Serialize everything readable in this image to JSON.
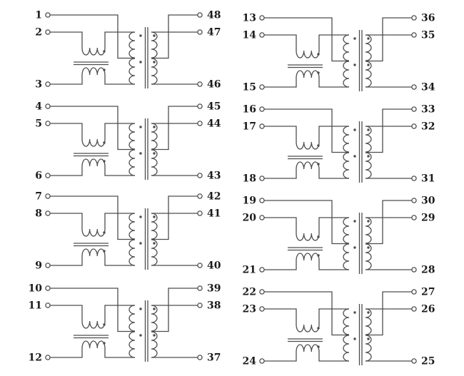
{
  "diagram": {
    "type": "schematic",
    "description": "Eight identical isolation-transformer modules with common-mode chokes, center taps and polarity dots, arranged in two columns of four",
    "colors": {
      "line": "#4d4d4d",
      "label": "#1b1b1b",
      "background": "#ffffff"
    },
    "symbols": {
      "pin_terminal": "open-circle",
      "polarity_dot": "filled-dot",
      "choke_core": "double-horizontal-lines",
      "transformer_core": "double-vertical-lines"
    },
    "units": [
      {
        "left_pins": [
          "1",
          "2",
          "3"
        ],
        "right_pins": [
          "48",
          "47",
          "46"
        ]
      },
      {
        "left_pins": [
          "4",
          "5",
          "6"
        ],
        "right_pins": [
          "45",
          "44",
          "43"
        ]
      },
      {
        "left_pins": [
          "7",
          "8",
          "9"
        ],
        "right_pins": [
          "42",
          "41",
          "40"
        ]
      },
      {
        "left_pins": [
          "10",
          "11",
          "12"
        ],
        "right_pins": [
          "39",
          "38",
          "37"
        ]
      },
      {
        "left_pins": [
          "13",
          "14",
          "15"
        ],
        "right_pins": [
          "36",
          "35",
          "34"
        ]
      },
      {
        "left_pins": [
          "16",
          "17",
          "18"
        ],
        "right_pins": [
          "33",
          "32",
          "31"
        ]
      },
      {
        "left_pins": [
          "19",
          "20",
          "21"
        ],
        "right_pins": [
          "30",
          "29",
          "28"
        ]
      },
      {
        "left_pins": [
          "22",
          "23",
          "24"
        ],
        "right_pins": [
          "27",
          "26",
          "25"
        ]
      }
    ]
  }
}
